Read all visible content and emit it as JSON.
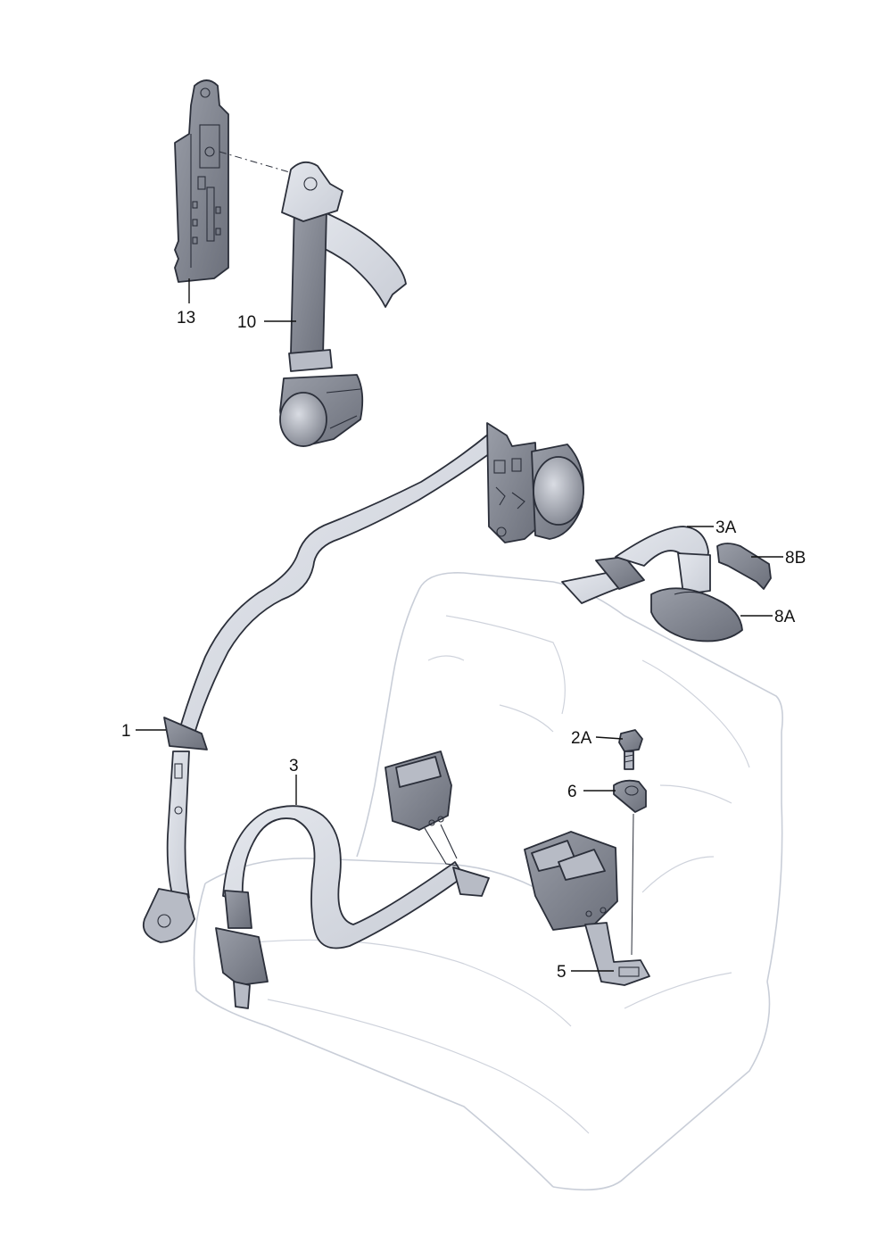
{
  "colors": {
    "belt": "#dcdfe6",
    "part_dark": "#7d818c",
    "part_mid": "#b7bbc5",
    "seat_outline": "#c9ced8",
    "outline": "#2b2f3a"
  },
  "callouts": [
    {
      "id": "c13",
      "text": "13"
    },
    {
      "id": "c10",
      "text": "10"
    },
    {
      "id": "c3A",
      "text": "3A"
    },
    {
      "id": "c8B",
      "text": "8B"
    },
    {
      "id": "c8A",
      "text": "8A"
    },
    {
      "id": "c1",
      "text": "1"
    },
    {
      "id": "c3",
      "text": "3"
    },
    {
      "id": "c2A",
      "text": "2A"
    },
    {
      "id": "c6",
      "text": "6"
    },
    {
      "id": "c5",
      "text": "5"
    }
  ]
}
